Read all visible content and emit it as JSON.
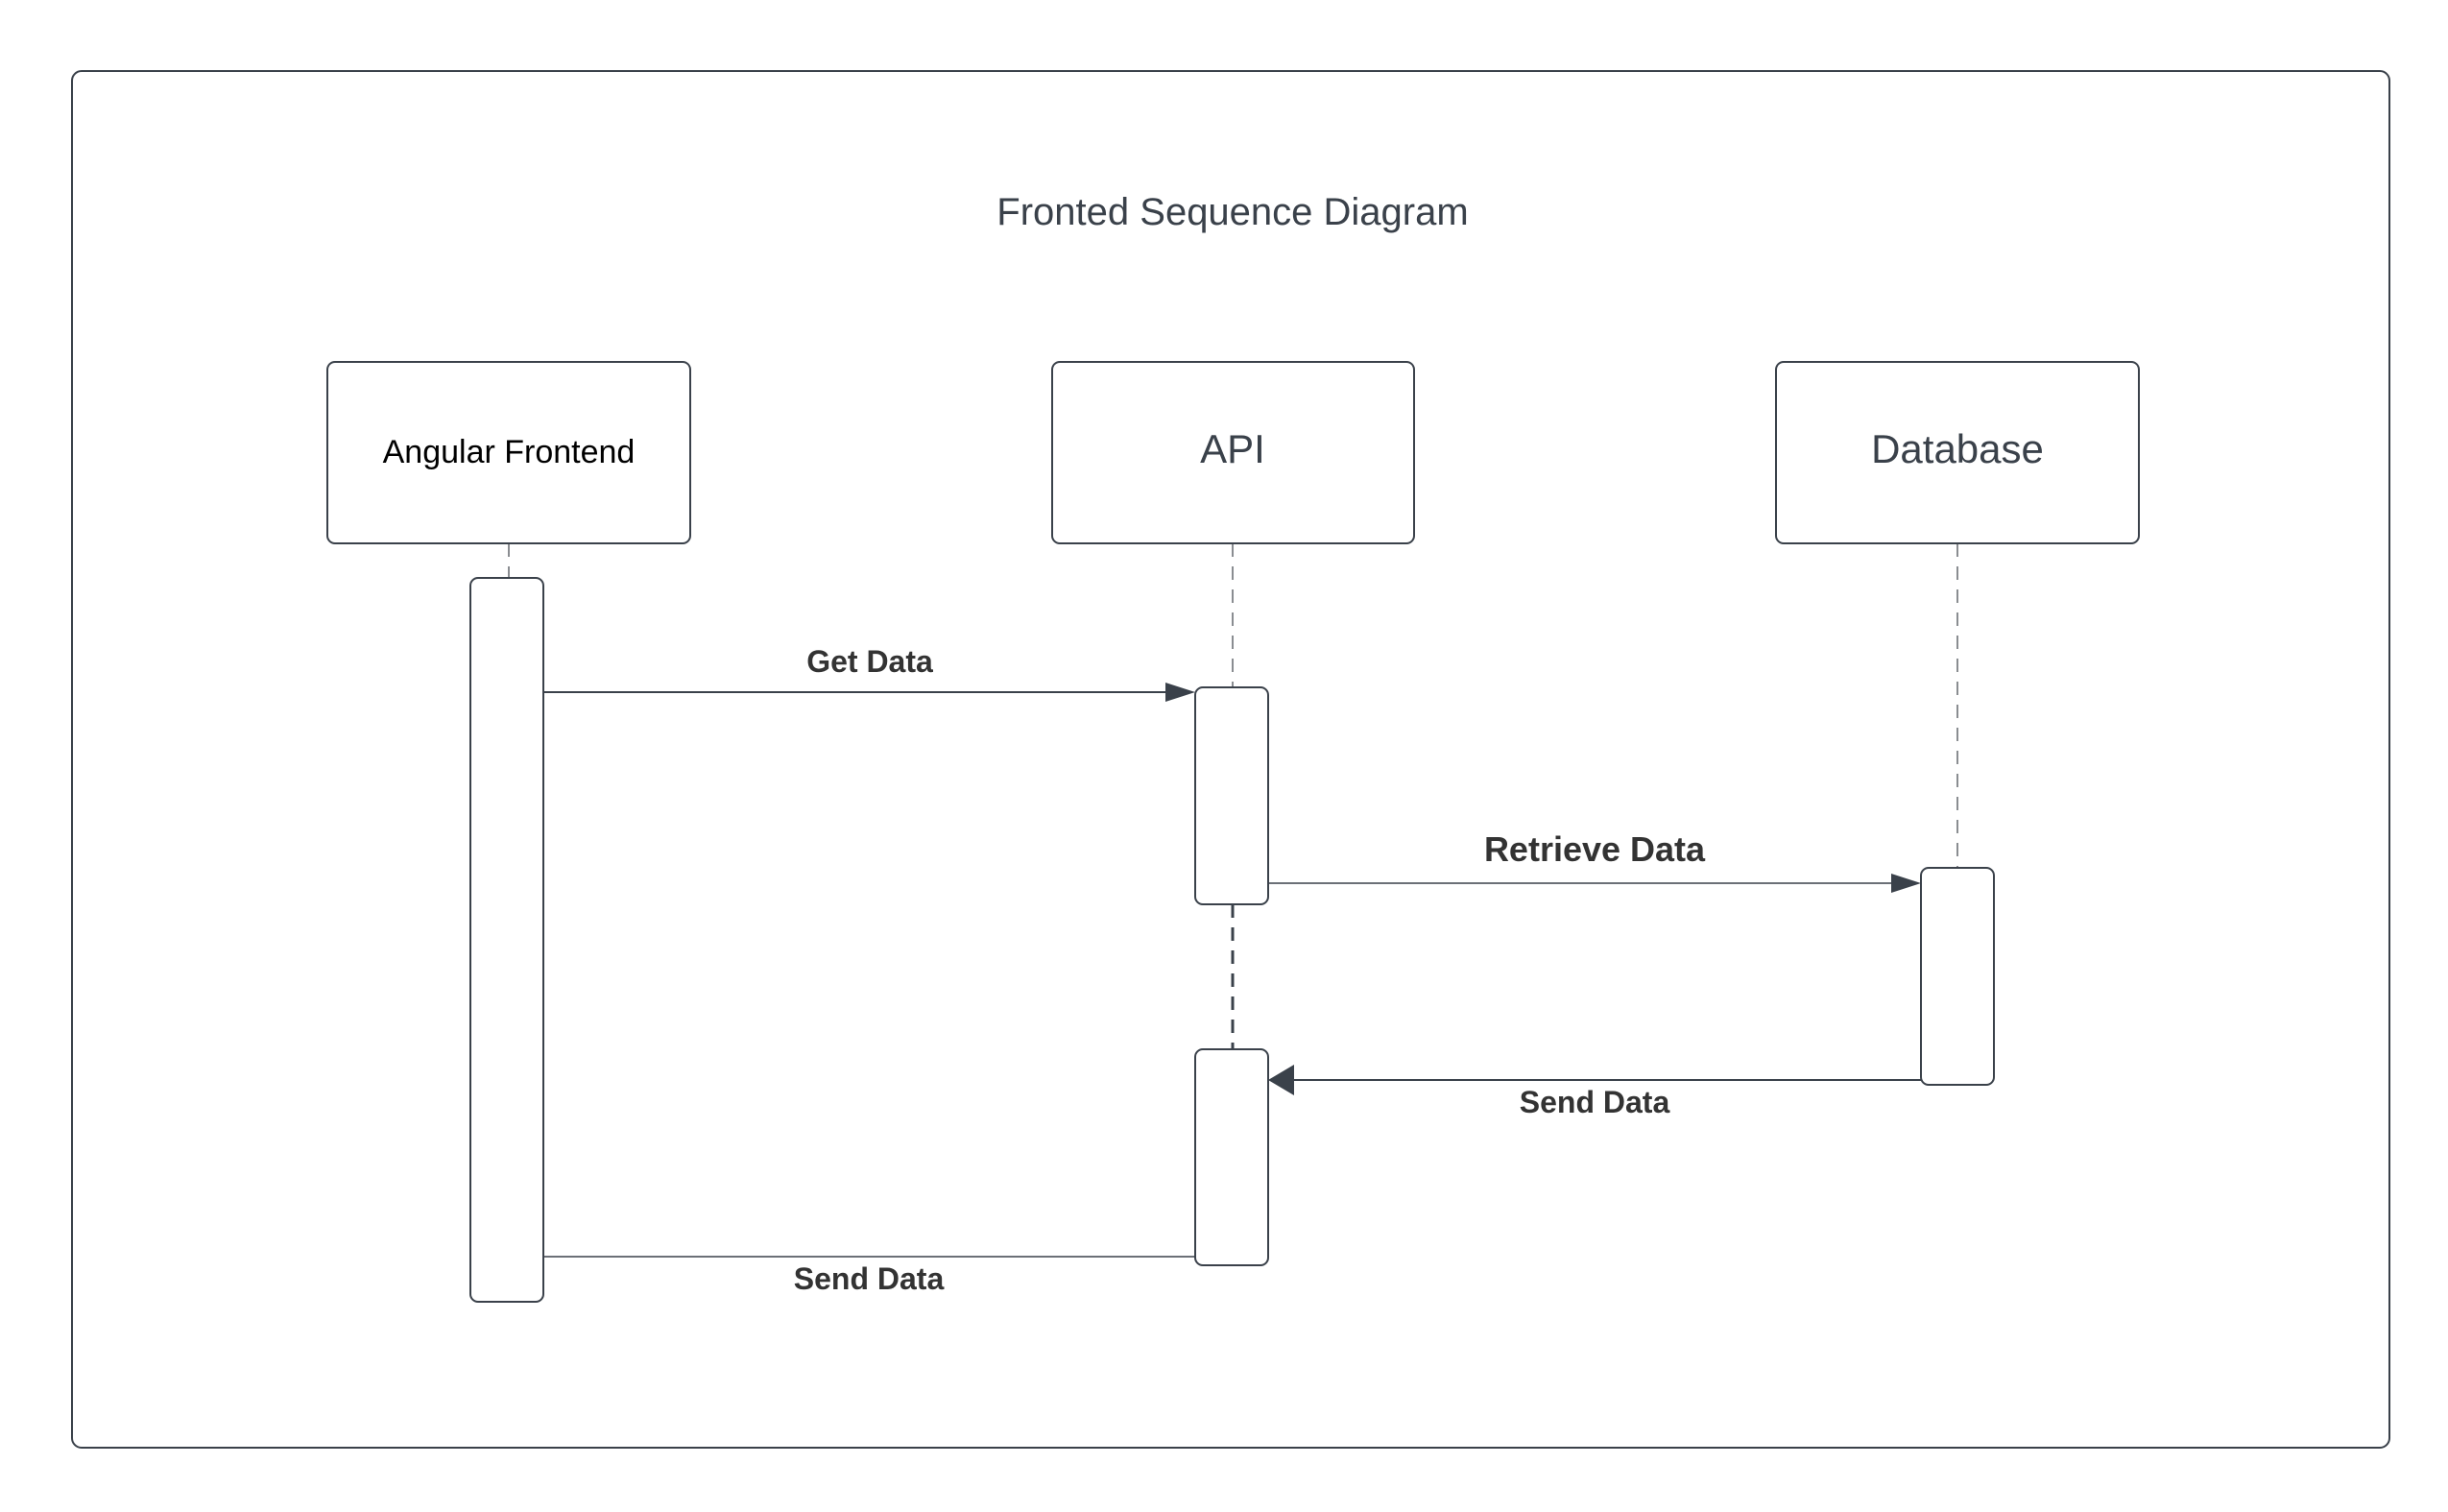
{
  "title": "Fronted Sequence Diagram",
  "participants": [
    {
      "label": "Angular Frontend"
    },
    {
      "label": "API"
    },
    {
      "label": "Database"
    }
  ],
  "messages": [
    {
      "label": "Get Data",
      "from": "Angular Frontend",
      "to": "API",
      "type": "sync"
    },
    {
      "label": "Retrieve Data",
      "from": "API",
      "to": "Database",
      "type": "sync"
    },
    {
      "label": "Send Data",
      "from": "Database",
      "to": "API",
      "type": "sync"
    },
    {
      "label": "Send Data",
      "from": "API",
      "to": "Angular Frontend",
      "type": "plain"
    }
  ],
  "colors": {
    "stroke": "#3a414a",
    "lifeline": "#8a8d91",
    "label": "#333333"
  }
}
